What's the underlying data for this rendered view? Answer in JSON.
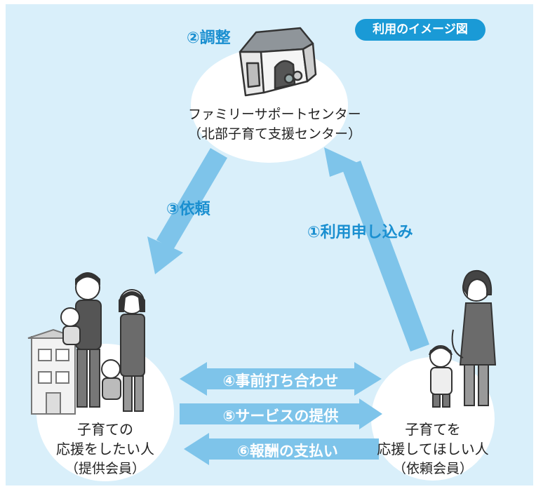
{
  "badge": "利用のイメージ図",
  "steps": {
    "adjust": "②調整",
    "request": "③依頼",
    "apply": "①利用申し込み"
  },
  "center": {
    "name": "ファミリーサポートセンター",
    "sub": "（北部子育て支援センター）"
  },
  "arrows": {
    "meeting": "④事前打ち合わせ",
    "service": "⑤サービスの提供",
    "payment": "⑥報酬の支払い"
  },
  "provider": {
    "line1": "子育ての",
    "line2": "応援をしたい人",
    "line3": "（提供会員）"
  },
  "requester": {
    "line1": "子育てを",
    "line2": "応援してほしい人",
    "line3": "（依頼会員）"
  },
  "colors": {
    "panel": "#d9effa",
    "arrow": "#7ec4ea",
    "label_blue": "#1a8fd0",
    "badge": "#1a9ad6"
  }
}
